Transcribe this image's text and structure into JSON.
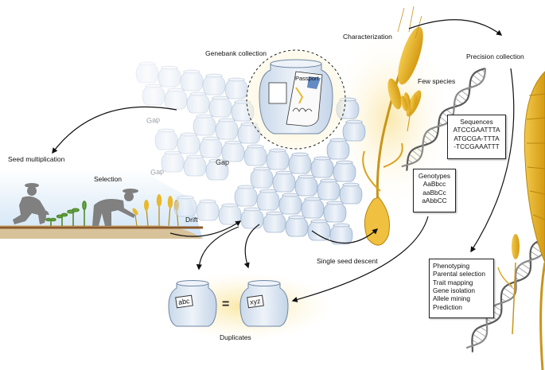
{
  "labels": {
    "genebank_collection": "Genebank collection",
    "passport": "Passport",
    "characterization": "Characterization",
    "precision_collection": "Precision collection",
    "few_species": "Few species",
    "seed_multiplication": "Seed multiplication",
    "selection": "Selection",
    "drift": "Drift",
    "single_seed_descent": "Single seed descent",
    "duplicates": "Duplicates",
    "gap": "Gap"
  },
  "sequences": {
    "title": "Sequences",
    "lines": [
      "ATCCGAATTTA",
      "ATGCGA-TTTA",
      "-TCCGAAATTT"
    ]
  },
  "genotypes": {
    "title": "Genotypes",
    "lines": [
      "AaBbcc",
      "aaBbCc",
      "aAbbCC"
    ]
  },
  "analyses": [
    "Phenotyping",
    "Parental selection",
    "Trait mapping",
    "Gene isolation",
    "Allele mining",
    "Prediction"
  ],
  "duplicates": {
    "left_tag": "abc",
    "right_tag": "xyz",
    "equals": "="
  },
  "colors": {
    "wheat": "#e8b92b",
    "wheat_dark": "#b8860b",
    "jar_fill": "#dbe6f3",
    "jar_stroke": "#9fb3cc",
    "glow": "#f8e7a0",
    "silhouette": "#7f7f7f",
    "soil": "#8b5a2b",
    "sky": "#cfe3f5",
    "dna": "#6d6d6d"
  }
}
